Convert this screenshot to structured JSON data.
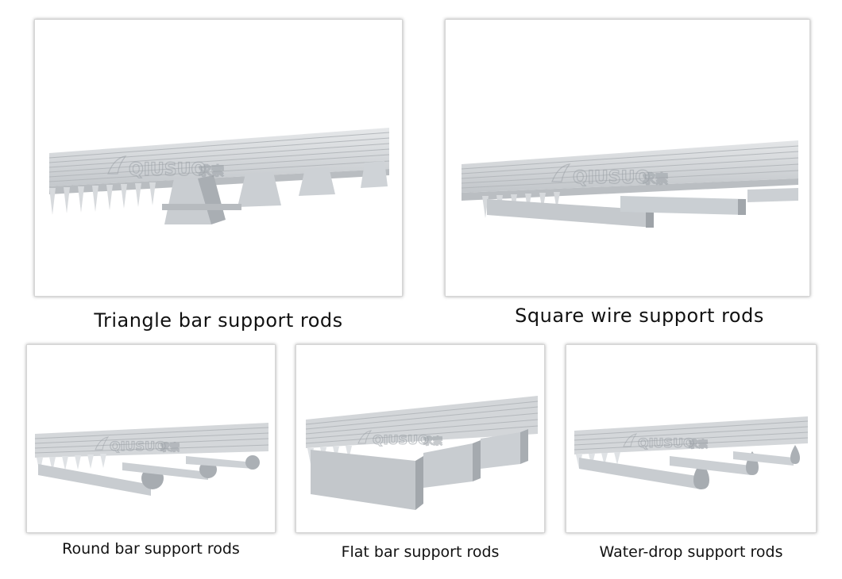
{
  "watermark": {
    "text": "QIUSUO",
    "glyphs": "求索",
    "icon": "qiusuo-logo-icon"
  },
  "colors": {
    "metal_light": "#dcdfe2",
    "metal_mid": "#c2c6ca",
    "metal_dark": "#9ea3a8",
    "frame_shadow": "#9a9a9a"
  },
  "panels": [
    {
      "id": "triangle",
      "caption": "Triangle bar support rods"
    },
    {
      "id": "square",
      "caption": "Square wire support rods"
    },
    {
      "id": "round",
      "caption": "Round bar support rods"
    },
    {
      "id": "flat",
      "caption": "Flat bar support rods"
    },
    {
      "id": "waterdrop",
      "caption": "Water-drop support rods"
    }
  ]
}
